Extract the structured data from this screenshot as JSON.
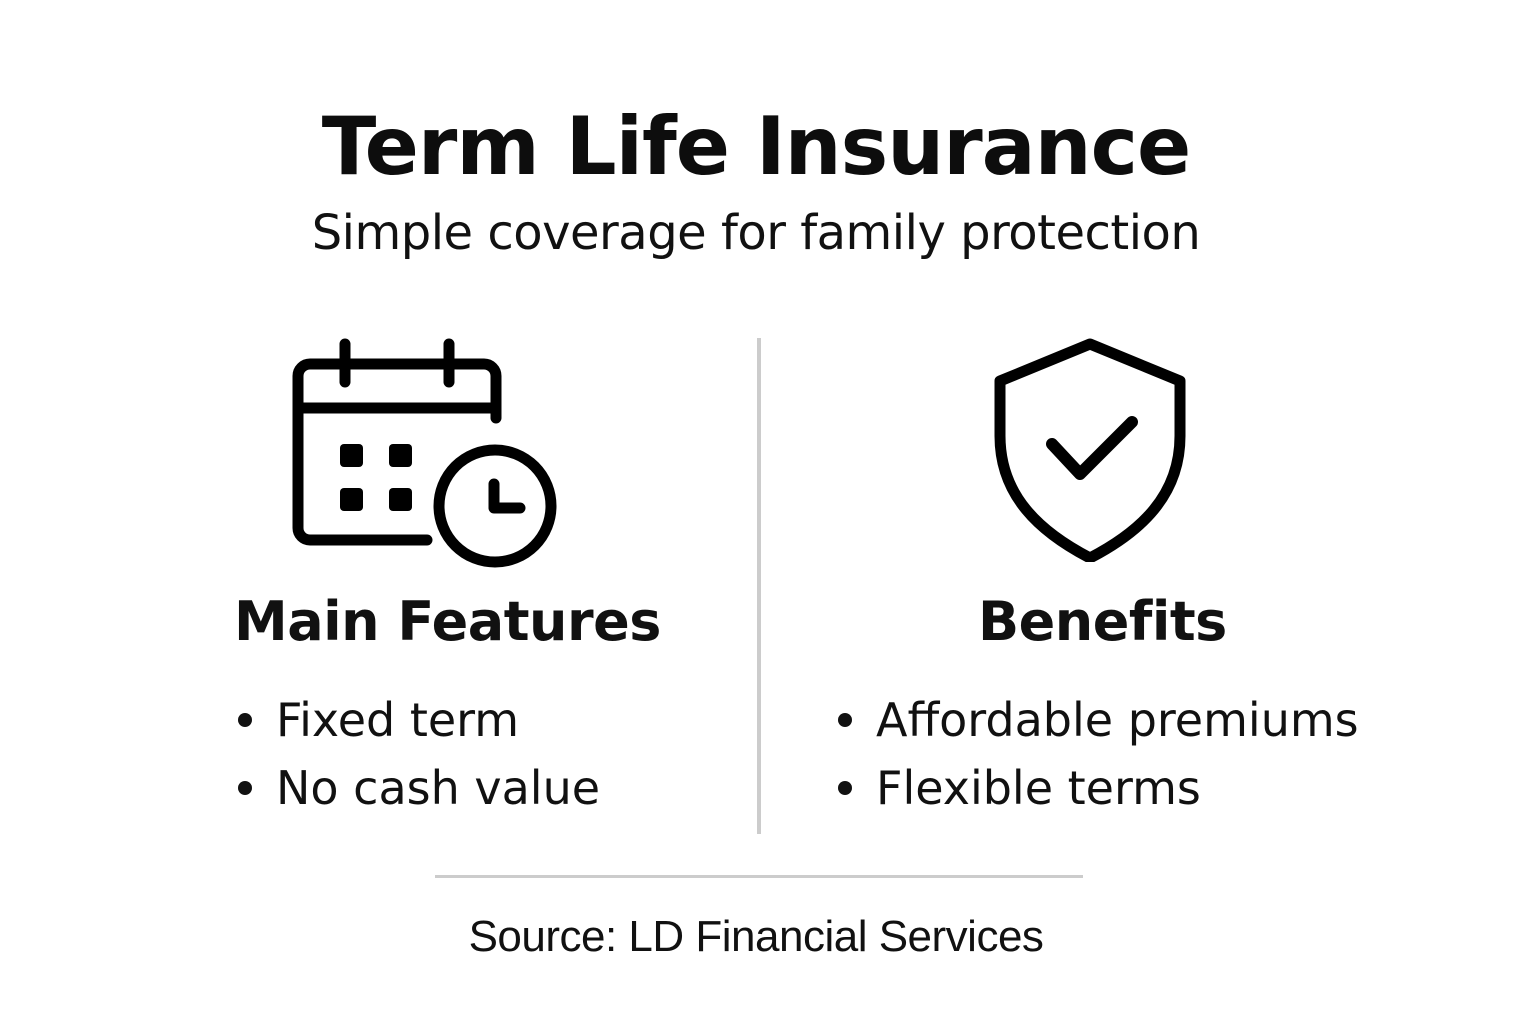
{
  "header": {
    "title": "Term Life Insurance",
    "subtitle": "Simple coverage for family protection"
  },
  "columns": [
    {
      "icon": "calendar-clock-icon",
      "heading": "Main Features",
      "items": [
        "Fixed term",
        "No cash value"
      ]
    },
    {
      "icon": "shield-check-icon",
      "heading": "Benefits",
      "items": [
        "Affordable premiums",
        "Flexible terms"
      ]
    }
  ],
  "footer": {
    "source": "Source: LD Financial Services"
  },
  "colors": {
    "text": "#111111",
    "divider": "#cccccc",
    "background": "#ffffff"
  }
}
